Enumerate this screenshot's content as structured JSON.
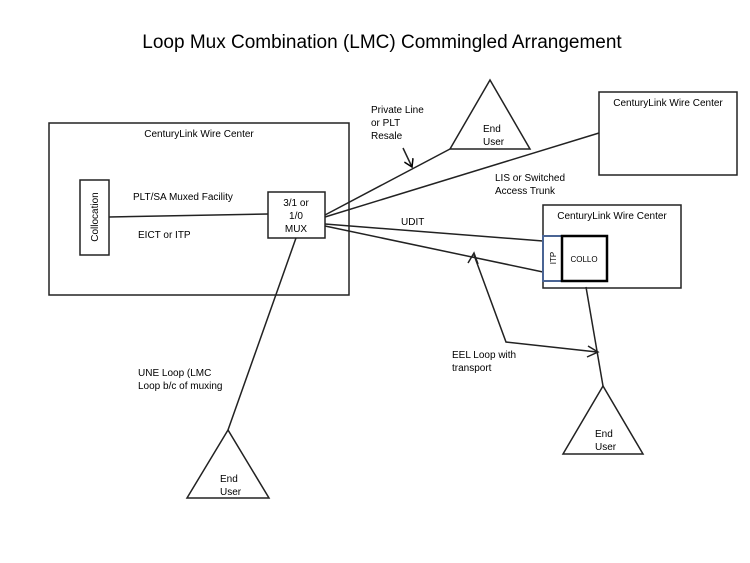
{
  "title": "Loop Mux Combination (LMC) Commingled Arrangement",
  "wire_center_left": {
    "label": "CenturyLink Wire Center",
    "collocation_label": "Collocation",
    "mux_lines": [
      "3/1 or",
      "1/0",
      "MUX"
    ],
    "facility_label": "PLT/SA Muxed Facility",
    "eict_label": "EICT or ITP"
  },
  "wire_center_top_right": {
    "label": "CenturyLink Wire Center"
  },
  "wire_center_mid_right": {
    "label": "CenturyLink Wire Center",
    "itp_label": "ITP",
    "collo_label": "COLLO",
    "itp_border_color": "#4a6494"
  },
  "end_users": [
    {
      "lines": [
        "End",
        "User"
      ]
    },
    {
      "lines": [
        "End",
        "User"
      ]
    },
    {
      "lines": [
        "End",
        "User"
      ]
    }
  ],
  "connection_labels": {
    "private_line": [
      "Private Line",
      "or PLT",
      "Resale"
    ],
    "lis": [
      "LIS or Switched",
      "Access Trunk"
    ],
    "udit": "UDIT",
    "eel": [
      "EEL Loop with",
      "transport"
    ],
    "une": [
      "UNE Loop (LMC",
      "Loop b/c of muxing"
    ]
  }
}
